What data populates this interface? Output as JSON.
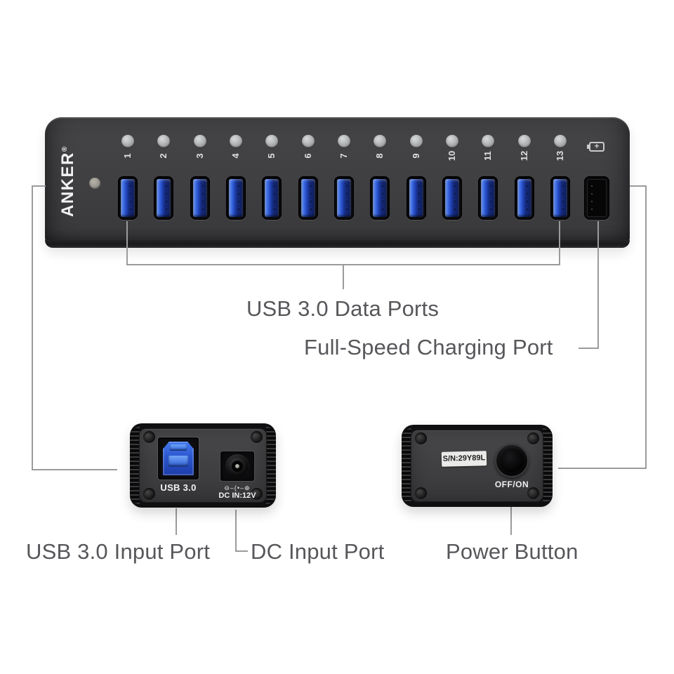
{
  "hub": {
    "brand": "ANKER",
    "registered_mark": "®",
    "ports": [
      "1",
      "2",
      "3",
      "4",
      "5",
      "6",
      "7",
      "8",
      "9",
      "10",
      "11",
      "12",
      "13"
    ]
  },
  "icons": {
    "charging_port_icon": "battery-plus-icon",
    "dc_polarity_icon": "dc-polarity-center-positive-icon"
  },
  "callouts": {
    "data_ports_label": "USB 3.0 Data Ports",
    "charging_port_label": "Full-Speed Charging Port",
    "usb_input_label": "USB 3.0 Input Port",
    "dc_input_label": "DC Input Port",
    "power_button_label": "Power Button"
  },
  "input_end_view": {
    "usb_port_label": "USB 3.0",
    "polarity_symbol": "⊖–(•–⊕",
    "dc_port_label": "DC IN:12V"
  },
  "power_end_view": {
    "serial_label": "S/N:29Y89L",
    "button_label": "OFF/ON"
  },
  "colors": {
    "usb_blue": "#2f5fd9",
    "hub_body": "#3e3d40",
    "annotation_text": "#57575b",
    "annotation_line": "#9b9b9e",
    "led_gray": "#aeb0b2"
  }
}
